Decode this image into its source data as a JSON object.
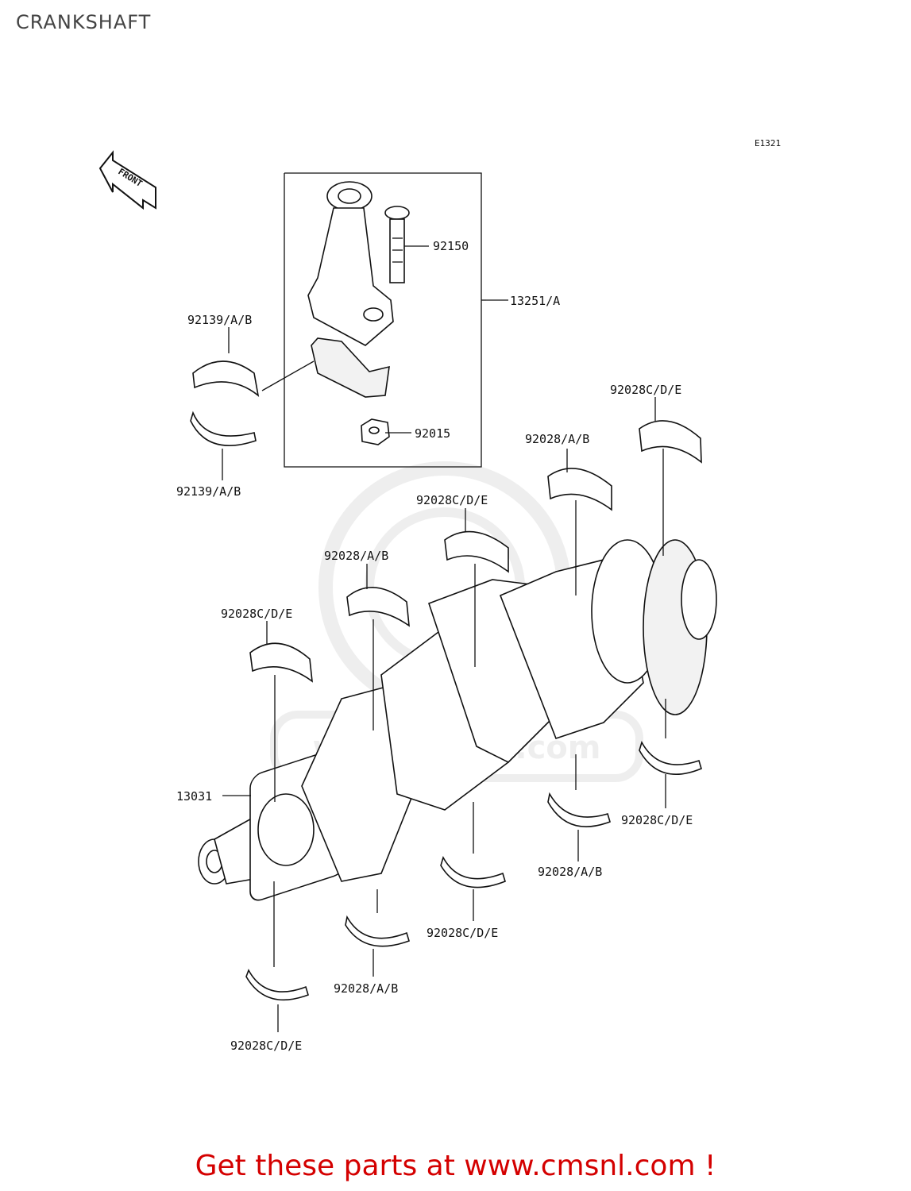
{
  "page_title": "CRANKSHAFT",
  "diagram_code": "E1321",
  "front_marker": "FRONT",
  "watermark": "www.cmsnl.com",
  "callouts": {
    "rod_bolt": "92150",
    "conrod_assy": "13251/A",
    "rod_bearing_upper": "92139/A/B",
    "rod_bearing_lower": "92139/A/B",
    "rod_nut": "92015",
    "crankshaft": "13031",
    "main_bearing_1": "92028C/D/E",
    "main_bearing_2": "92028/A/B",
    "main_bearing_3": "92028C/D/E",
    "main_bearing_4": "92028/A/B",
    "main_bearing_5": "92028C/D/E",
    "main_bearing_6": "92028C/D/E",
    "main_bearing_7": "92028/A/B",
    "main_bearing_8": "92028C/D/E",
    "main_bearing_9": "92028/A/B",
    "main_bearing_10": "92028C/D/E"
  },
  "footer": "Get these parts at www.cmsnl.com !",
  "colors": {
    "footer": "#d40000",
    "lines": "#111111",
    "watermark": "#dddddd"
  }
}
